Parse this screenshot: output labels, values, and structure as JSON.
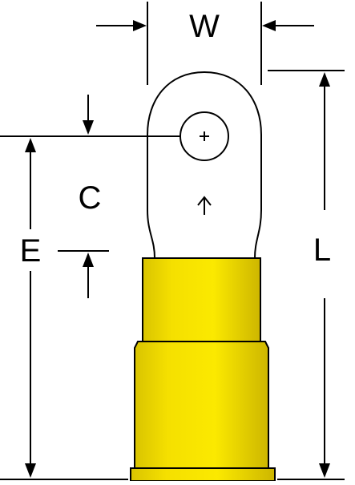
{
  "labels": {
    "width": "W",
    "length": "L",
    "hole_offset": "C",
    "edge_length": "E"
  },
  "colors": {
    "insulation": "#f5e000",
    "insulation_shade": "#c8b200",
    "line": "#000000",
    "background": "#ffffff"
  },
  "icons": {
    "stud_hole_marker": "plus",
    "orientation_marker": "up-arrow"
  }
}
